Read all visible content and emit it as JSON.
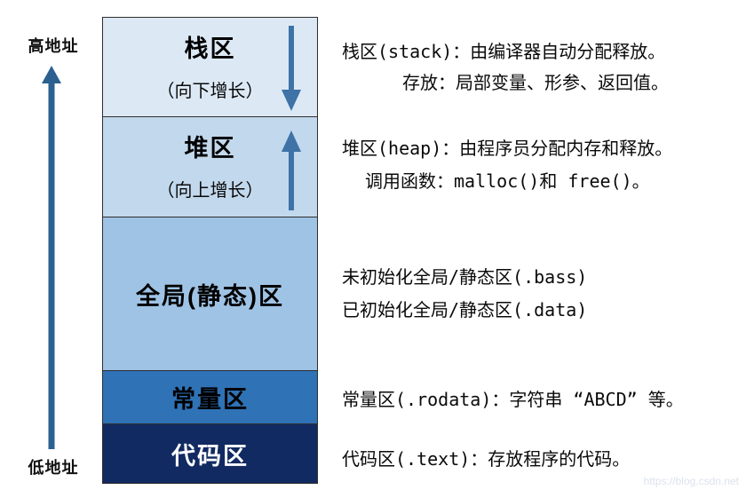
{
  "address_axis": {
    "high_label": "高地址",
    "low_label": "低地址",
    "arrow_color": "#2c6090"
  },
  "blocks": {
    "stack": {
      "title": "栈区",
      "subtitle": "（向下增长）",
      "growth": "down",
      "fill": "#dce9f5",
      "text_color": "#000000"
    },
    "heap": {
      "title": "堆区",
      "subtitle": "（向上增长）",
      "growth": "up",
      "fill": "#c2d8ec",
      "text_color": "#000000"
    },
    "global": {
      "title": "全局(静态)区",
      "fill": "#9fc3e5",
      "text_color": "#000000"
    },
    "const": {
      "title": "常量区",
      "fill": "#2f72b6",
      "text_color": "#000000"
    },
    "code": {
      "title": "代码区",
      "fill": "#112a61",
      "text_color": "#ffffff"
    }
  },
  "growth_arrow_color": "#3f72a6",
  "border_color": "#2e2e2e",
  "annotations": {
    "stack_line1": "栈区(stack)：由编译器自动分配释放。",
    "stack_line2": "存放：局部变量、形参、返回值。",
    "heap_line1": "堆区(heap)：由程序员分配内存和释放。",
    "heap_line2": "调用函数：malloc()和 free()。",
    "global_line1": "未初始化全局/静态区(.bass)",
    "global_line2": "已初始化全局/静态区(.data)",
    "const_line": "常量区(.rodata)：字符串 “ABCD” 等。",
    "code_line": "代码区(.text)：存放程序的代码。"
  },
  "watermark": "https://blog.csdn.net"
}
